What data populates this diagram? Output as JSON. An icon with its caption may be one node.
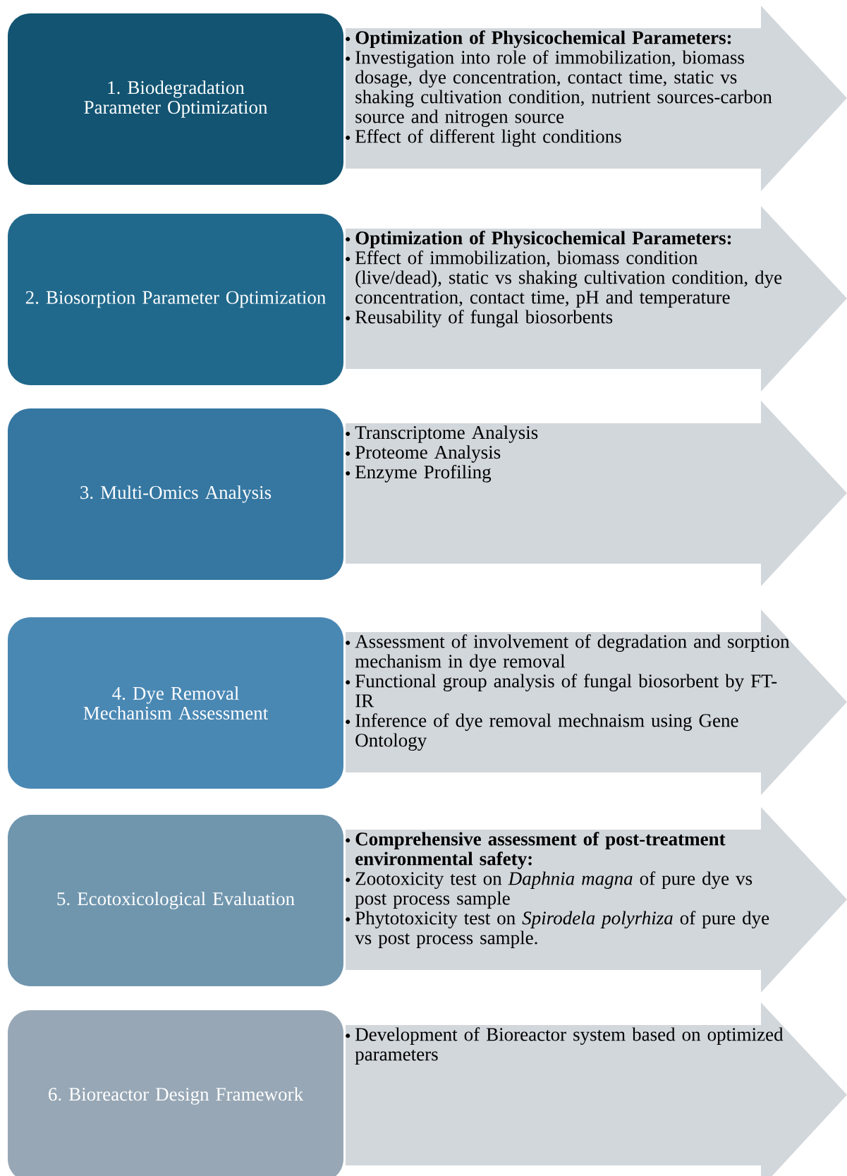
{
  "diagram": {
    "nodes": [
      {
        "text": [
          "1. Biodegradation Parameter Optimization"
        ]
      },
      {
        "text": [
          "**Optimization of Physicochemical Parameters:**",
          "Investigation into role of immobilization, biomass dosage, dye concentration, contact time, static vs shaking cultivation condition, nutrient sources-carbon source and nitrogen source",
          "Effect of different light conditions"
        ]
      },
      {
        "text": [
          "2. Biosorption Parameter Optimization"
        ]
      },
      {
        "text": [
          "**Optimization of Physicochemical Parameters:**",
          "Effect of immobilization, biomass condition (live/dead), static vs shaking cultivation condition, dye concentration, contact time, pH and temperature",
          "Reusability of fungal biosorbents"
        ]
      },
      {
        "text": [
          "3. Multi-Omics Analysis"
        ]
      },
      {
        "text": [
          "Transcriptome Analysis",
          "Proteome Analysis",
          "Enzyme Profiling"
        ]
      },
      {
        "text": [
          "4. Dye Removal Mechanism Assessment"
        ]
      },
      {
        "text": [
          "Assessment of involvement of degradation and sorption mechanism in dye removal",
          "Functional group analysis of fungal biosorbent by FT-IR",
          "Inference of dye removal mechnaism using Gene Ontology"
        ]
      },
      {
        "text": [
          "5. Ecotoxicological Evaluation"
        ]
      },
      {
        "text": [
          "**Comprehensive assessment of post-treatment environmental safety:**",
          "Zootoxicity test on *Daphnia magna* of pure dye vs post process sample",
          "Phytotoxicity test on *Spirodela polyrhiza* of pure dye vs post process sample."
        ]
      },
      {
        "text": [
          "6. Bioreactor Design Framework"
        ]
      },
      {
        "text": [
          "Development of Bioreactor system based on optimized parameters"
        ]
      }
    ]
  }
}
